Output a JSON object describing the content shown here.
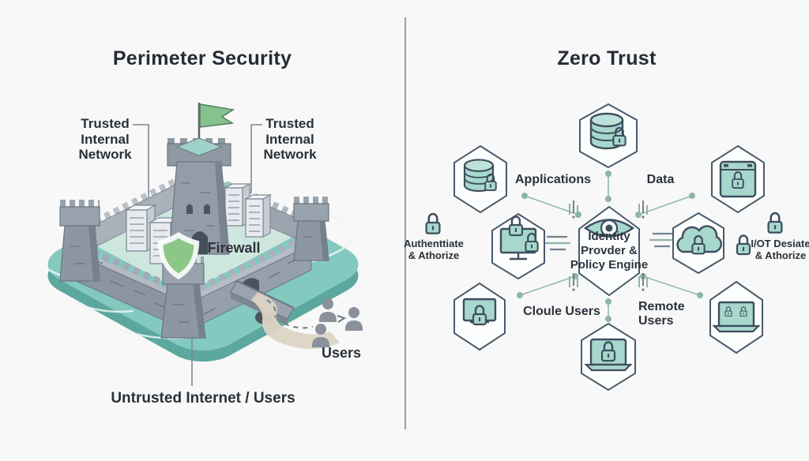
{
  "left": {
    "title": "Perimeter Security",
    "trusted_internal_left": [
      "Trusted",
      "Internal",
      "Network"
    ],
    "trusted_internal_right": [
      "Trusted",
      "Internal",
      "Network"
    ],
    "firewall": "Firewall",
    "users": "Users",
    "untrusted": "Untrusted Internet / Users"
  },
  "right": {
    "title": "Zero Trust",
    "center_node": [
      "Identity",
      "Provder &",
      "Policy Engine"
    ],
    "applications": "Applications",
    "data": "Data",
    "authenticate": [
      "Authenttiate",
      "& Athorize"
    ],
    "iot_device": [
      "I/OT Desiate",
      "& Athorize"
    ],
    "cloud_users": "Cloule Users",
    "remote_users": [
      "Remote",
      "Users"
    ]
  },
  "colors": {
    "background": "#F7F8F7",
    "divider": "#97A1A9",
    "title_text": "#262C35",
    "label_text": "#2A313B",
    "island_teal": "#83C9C0",
    "island_edge": "#5CA79E",
    "courtyard": "#CDE7DF",
    "castle_grey": "#949EA9",
    "castle_shadow": "#76818D",
    "castle_light": "#B3BAC3",
    "shield_green": "#8CC787",
    "flag_green": "#85C28E",
    "hexagon_stroke": "#4A5A6C",
    "hexagon_fill": "#FCFDFD",
    "icon_teal": "#A7D7CD",
    "icon_stroke": "#3E4E5D",
    "connector": "#93B5AE",
    "user_grey": "#8A919C",
    "sand": "#DCD4C4"
  },
  "icons": {
    "shield-icon": "🛡",
    "flag-icon": "⚑",
    "users-icon": "👥",
    "server-rack-icon": "🗄",
    "database-lock-icon": "🗄🔒",
    "app-window-lock-icon": "🔒",
    "monitor-lock-icon": "🖥🔒",
    "cloud-lock-icon": "☁🔒",
    "laptop-lock-icon": "💻🔒",
    "laptop-settings-icon": "💻",
    "padlock-icon": "🔒",
    "eye-icon": "👁"
  }
}
